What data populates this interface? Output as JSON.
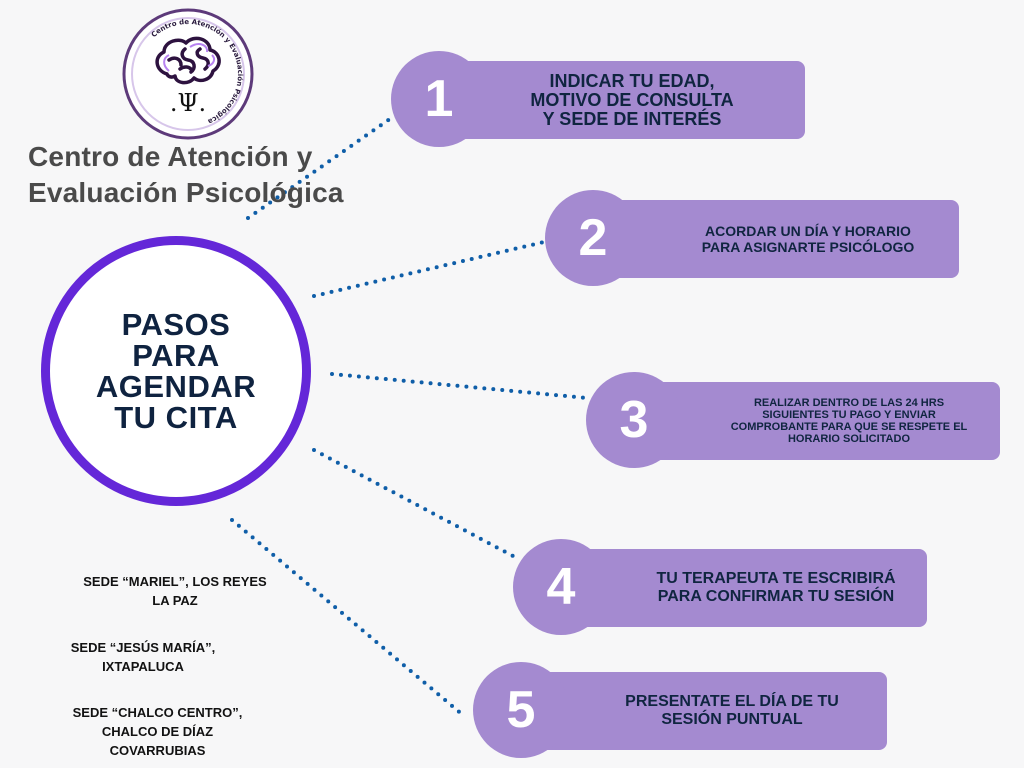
{
  "logo": {
    "ring_text": "Centro de Atención y Evaluación Psicológica",
    "symbol": ".Ψ.",
    "icon": "brain-icon"
  },
  "organization": {
    "name": "Centro de Atención y\nEvaluación Psicológica"
  },
  "center": {
    "title": "PASOS\nPARA\nAGENDAR\nTU CITA"
  },
  "steps": [
    {
      "number": "1",
      "text": "INDICAR TU EDAD,\nMOTIVO DE CONSULTA\nY SEDE DE INTERÉS"
    },
    {
      "number": "2",
      "text": "ACORDAR UN DÍA Y HORARIO\nPARA ASIGNARTE PSICÓLOGO"
    },
    {
      "number": "3",
      "text": "REALIZAR DENTRO DE LAS 24 HRS\nSIGUIENTES TU PAGO Y ENVIAR\nCOMPROBANTE PARA QUE SE RESPETE EL\nHORARIO SOLICITADO"
    },
    {
      "number": "4",
      "text": "TU TERAPEUTA TE ESCRIBIRÁ\nPARA CONFIRMAR TU SESIÓN"
    },
    {
      "number": "5",
      "text": "PRESENTATE EL DÍA DE TU\nSESIÓN PUNTUAL"
    }
  ],
  "sedes": [
    "SEDE “MARIEL”, LOS REYES\nLA PAZ",
    "SEDE “JESÚS MARÍA”,\nIXTAPALUCA",
    "SEDE “CHALCO CENTRO”,\nCHALCO DE DÍAZ\nCOVARRUBIAS"
  ],
  "colors": {
    "accent": "#6427d8",
    "step_fill": "#a48ad0",
    "connector": "#0f5ea8",
    "title_text": "#0f2340",
    "background": "#f7f7f8"
  }
}
